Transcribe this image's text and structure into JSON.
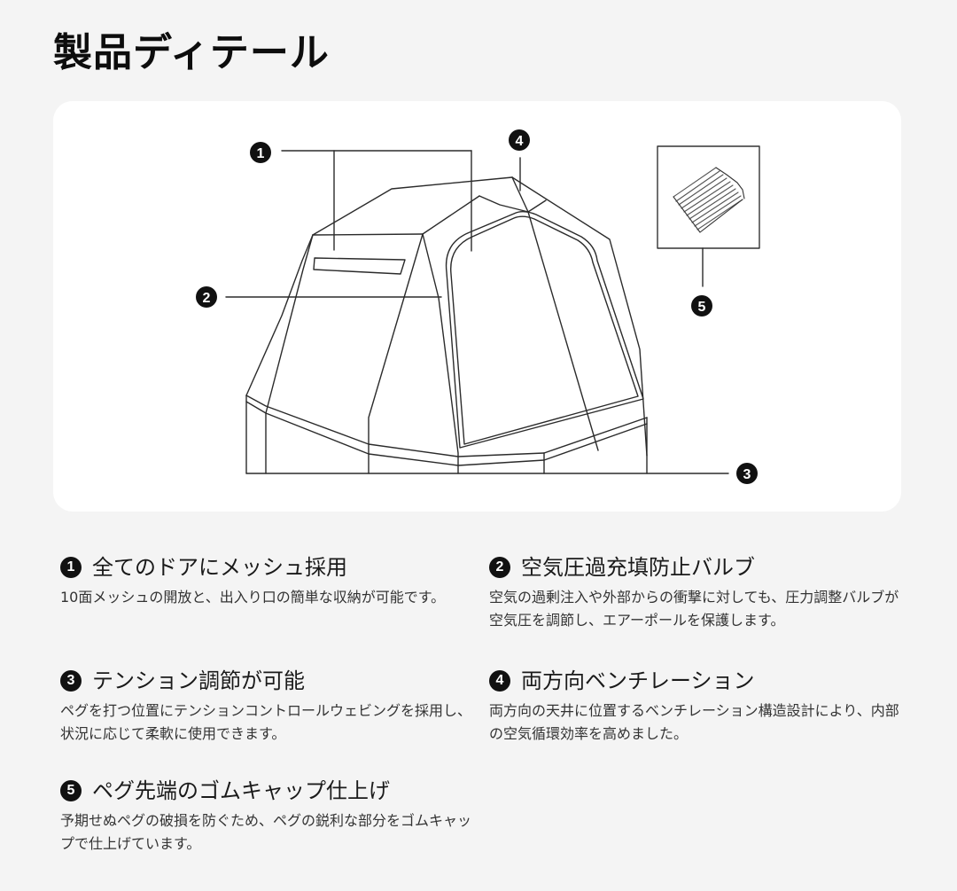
{
  "page": {
    "title": "製品ディテール",
    "background_color": "#f4f4f4",
    "card_color": "#ffffff"
  },
  "diagram": {
    "subject": "tent-line-drawing",
    "callouts": [
      {
        "number": "1",
        "glyph": "❶",
        "target": "mesh doors"
      },
      {
        "number": "2",
        "glyph": "❷",
        "target": "air pressure valve"
      },
      {
        "number": "3",
        "glyph": "❸",
        "target": "tension webbing at base"
      },
      {
        "number": "4",
        "glyph": "❹",
        "target": "roof ventilation"
      },
      {
        "number": "5",
        "glyph": "❺",
        "target": "pegs with rubber caps (inset box)"
      }
    ]
  },
  "features": [
    {
      "number": "1",
      "title": "全てのドアにメッシュ採用",
      "description": "10面メッシュの開放と、出入り口の簡単な収納が可能です。"
    },
    {
      "number": "2",
      "title": "空気圧過充填防止バルブ",
      "description": "空気の過剰注入や外部からの衝撃に対しても、圧力調整バルブが空気圧を調節し、エアーポールを保護します。"
    },
    {
      "number": "3",
      "title": "テンション調節が可能",
      "description": "ペグを打つ位置にテンションコントロールウェビングを採用し、状況に応じて柔軟に使用できます。"
    },
    {
      "number": "4",
      "title": "両方向ベンチレーション",
      "description": "両方向の天井に位置するベンチレーション構造設計により、内部の空気循環効率を高めました。"
    },
    {
      "number": "5",
      "title": "ペグ先端のゴムキャップ仕上げ",
      "description": "予期せぬペグの破損を防ぐため、ペグの鋭利な部分をゴムキャップで仕上げています。"
    }
  ]
}
